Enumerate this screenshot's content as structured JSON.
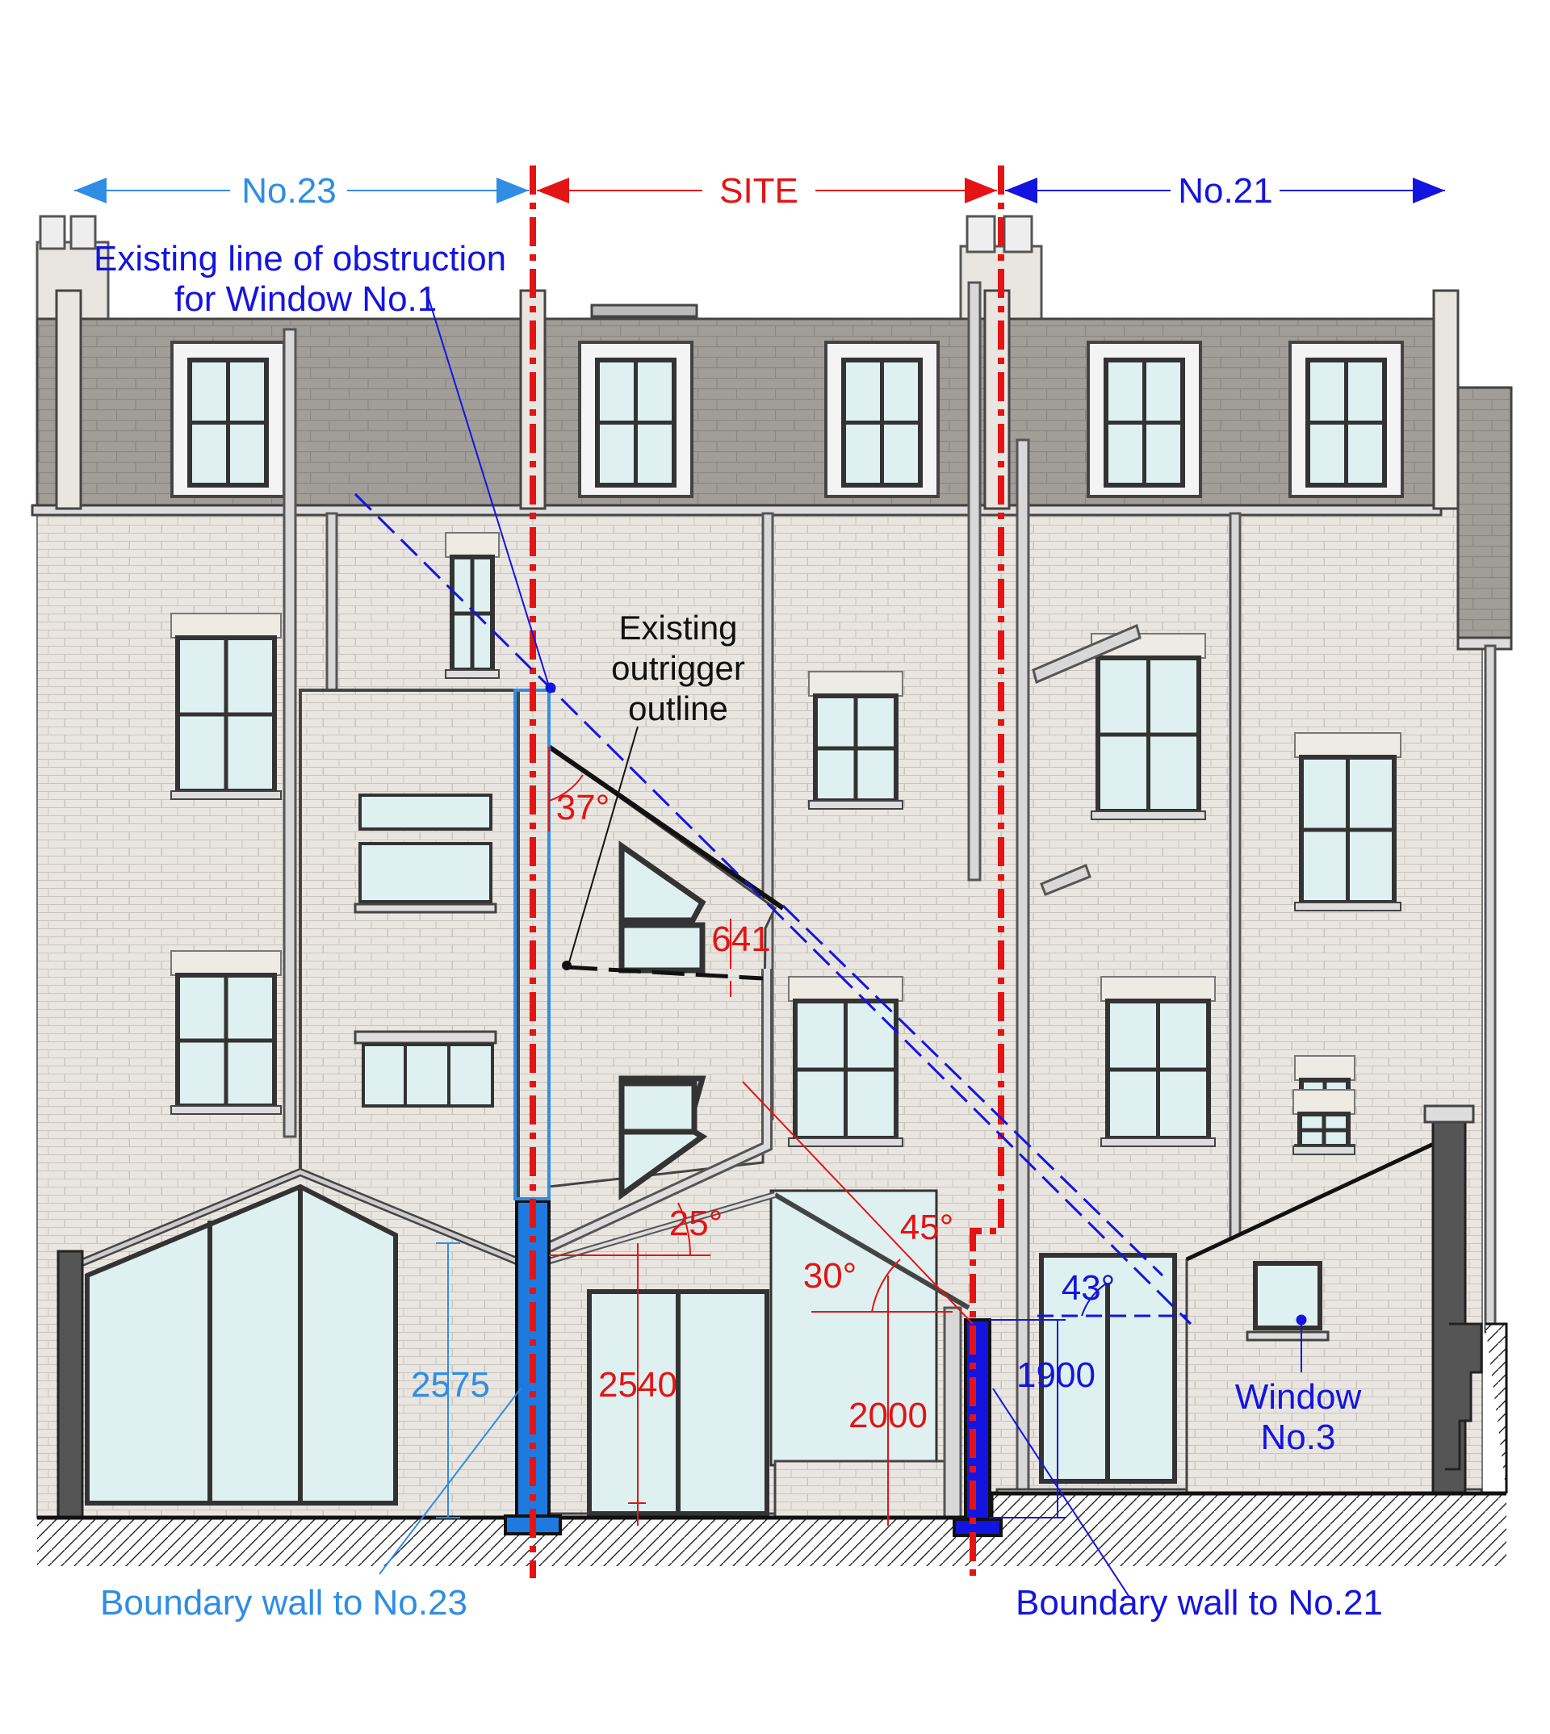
{
  "labels": {
    "no23": "No.23",
    "site": "SITE",
    "no21": "No.21",
    "obstruction_line1": "Existing line of obstruction",
    "obstruction_line2": "for Window No.1",
    "outrigger_line1": "Existing",
    "outrigger_line2": "outrigger",
    "outrigger_line3": "outline",
    "window3_line1": "Window",
    "window3_line2": "No.3",
    "boundary23": "Boundary wall to No.23",
    "boundary21": "Boundary wall to No.21"
  },
  "dimensions": {
    "h_left_wall": "2575",
    "h_rear_door": "2540",
    "h_infill": "2000",
    "h_right_boundary": "1900",
    "gap_outrigger": "641"
  },
  "angles": {
    "a37": "37°",
    "a25": "25°",
    "a30": "30°",
    "a45": "45°",
    "a43": "43°"
  },
  "colors": {
    "site_red": "#e41414",
    "neighbour_blue": "#1414e0",
    "boundary_lightblue": "#2f8de4",
    "brick": "#e9e6e1",
    "roof_slate": "#a19d99",
    "glass": "#dff0f0",
    "ground_hatch": "#222222"
  }
}
